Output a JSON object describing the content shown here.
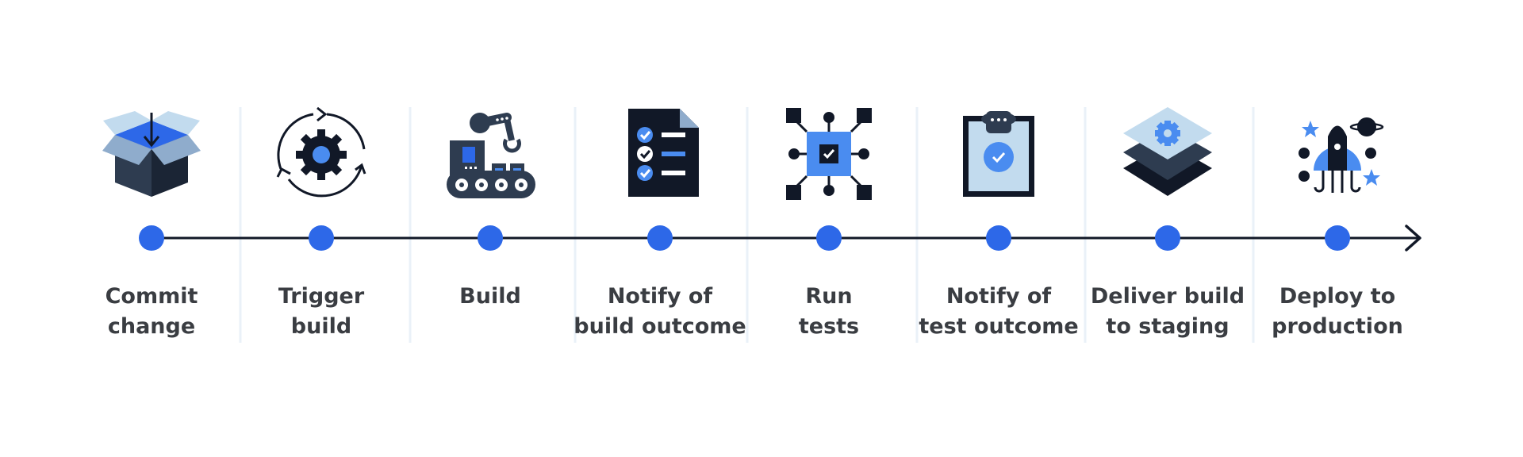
{
  "steps": [
    {
      "label": "Commit\nchange",
      "icon": "open-box-icon"
    },
    {
      "label": "Trigger\nbuild",
      "icon": "gear-cycle-icon"
    },
    {
      "label": "Build",
      "icon": "assembly-line-icon"
    },
    {
      "label": "Notify of\nbuild outcome",
      "icon": "checklist-document-icon"
    },
    {
      "label": "Run\ntests",
      "icon": "circuit-chip-icon"
    },
    {
      "label": "Notify of\ntest outcome",
      "icon": "clipboard-check-icon"
    },
    {
      "label": "Deliver build\nto staging",
      "icon": "layers-gear-icon"
    },
    {
      "label": "Deploy to\nproduction",
      "icon": "rocket-icon"
    }
  ],
  "colors": {
    "accent": "#2d68e8",
    "light_accent": "#4a8cf0",
    "dark": "#111827",
    "pale": "#c2dbee",
    "slate": "#2e3c50",
    "divider": "#eaf1f8",
    "text": "#3a3d42"
  }
}
